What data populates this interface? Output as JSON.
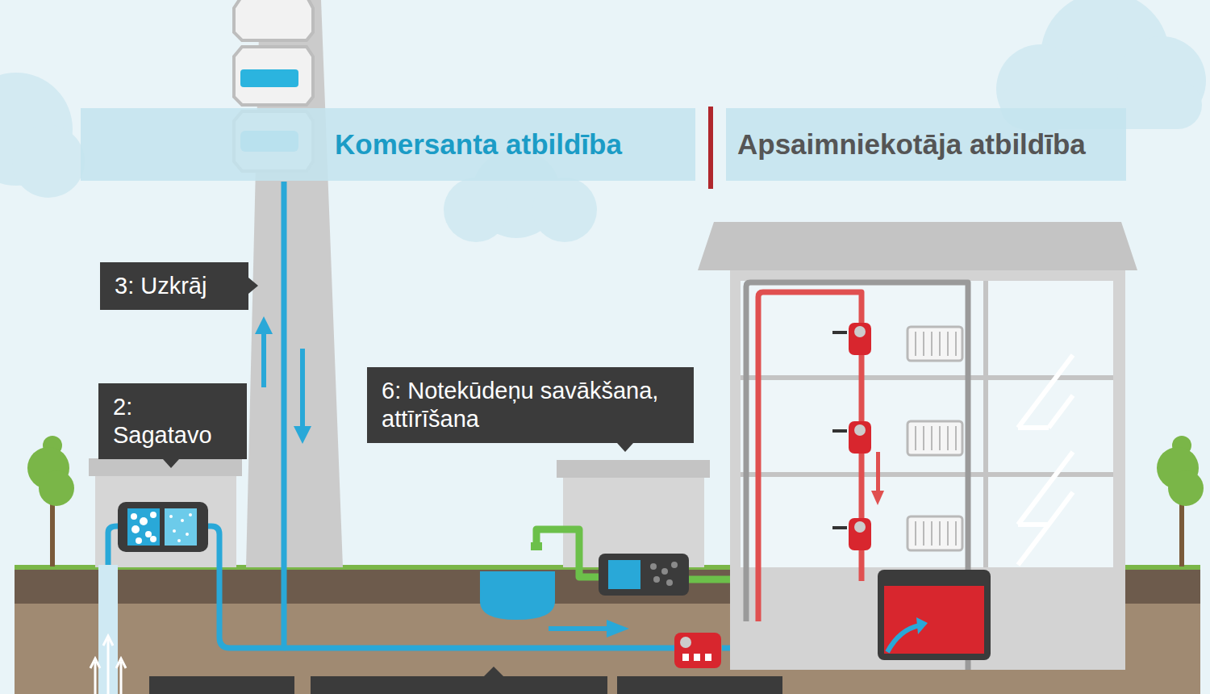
{
  "diagram": {
    "nodes": [
      {
        "text": [
          "Komersanta atbildība"
        ]
      },
      {
        "text": [
          "Apsaimniekotāja atbildība"
        ]
      },
      {
        "text": [
          "3: Uzkrāj"
        ]
      },
      {
        "text": [
          "2:  Sagatavo"
        ]
      },
      {
        "text": [
          "6:  Notekūdeņu savākšana, attīrīšana"
        ]
      }
    ]
  }
}
